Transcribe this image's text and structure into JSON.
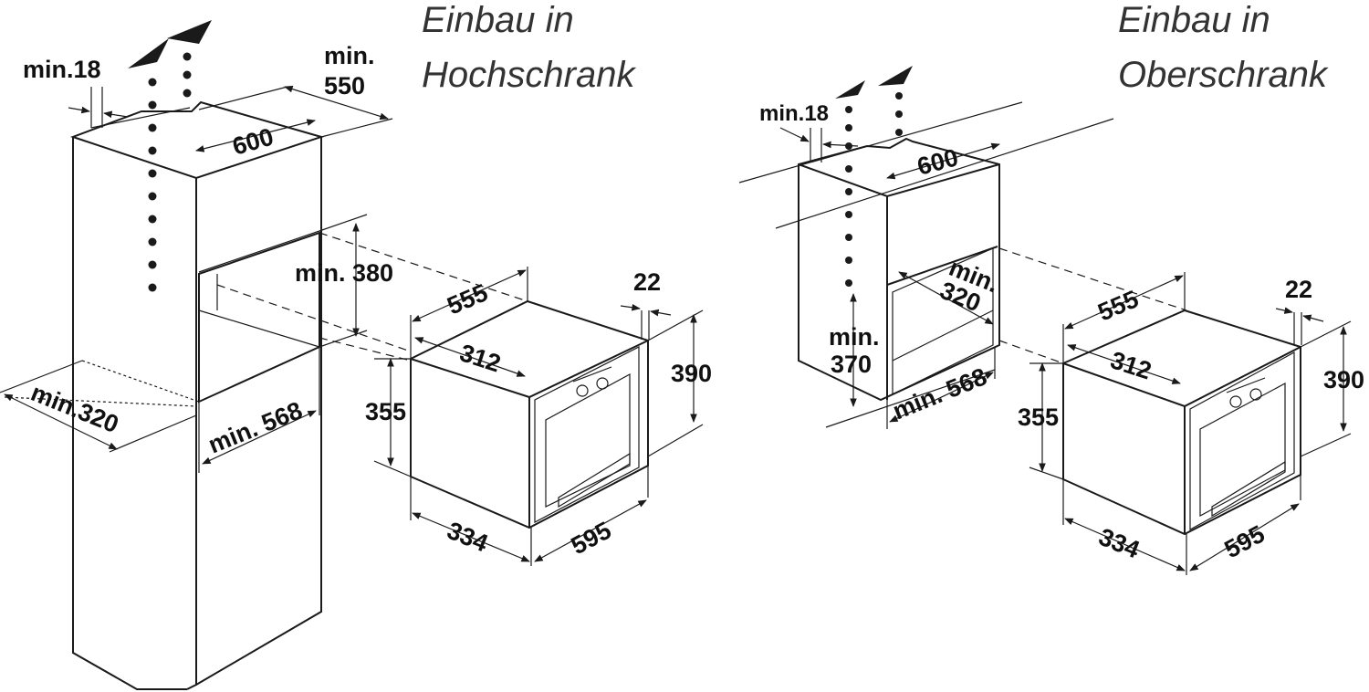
{
  "left": {
    "title_line1": "Einbau in",
    "title_line2": "Hochschrank",
    "dims": {
      "min_18": "min.18",
      "min_550_a": "min.",
      "min_550_b": "550",
      "w_600": "600",
      "min_380": "min. 380",
      "min_320": "min.320",
      "min_568": "min. 568"
    }
  },
  "right": {
    "title_line1": "Einbau in",
    "title_line2": "Oberschrank",
    "dims": {
      "min_18": "min.18",
      "w_600": "600",
      "min_320_a": "min.",
      "min_320_b": "320",
      "min_370_a": "min.",
      "min_370_b": "370",
      "min_568": "min. 568"
    }
  },
  "oven": {
    "d_555": "555",
    "d_312": "312",
    "d_22": "22",
    "d_390": "390",
    "d_355": "355",
    "d_334": "334",
    "d_595": "595"
  },
  "colors": {
    "line": "#1a1a1a",
    "title": "#333333",
    "background": "#ffffff"
  }
}
